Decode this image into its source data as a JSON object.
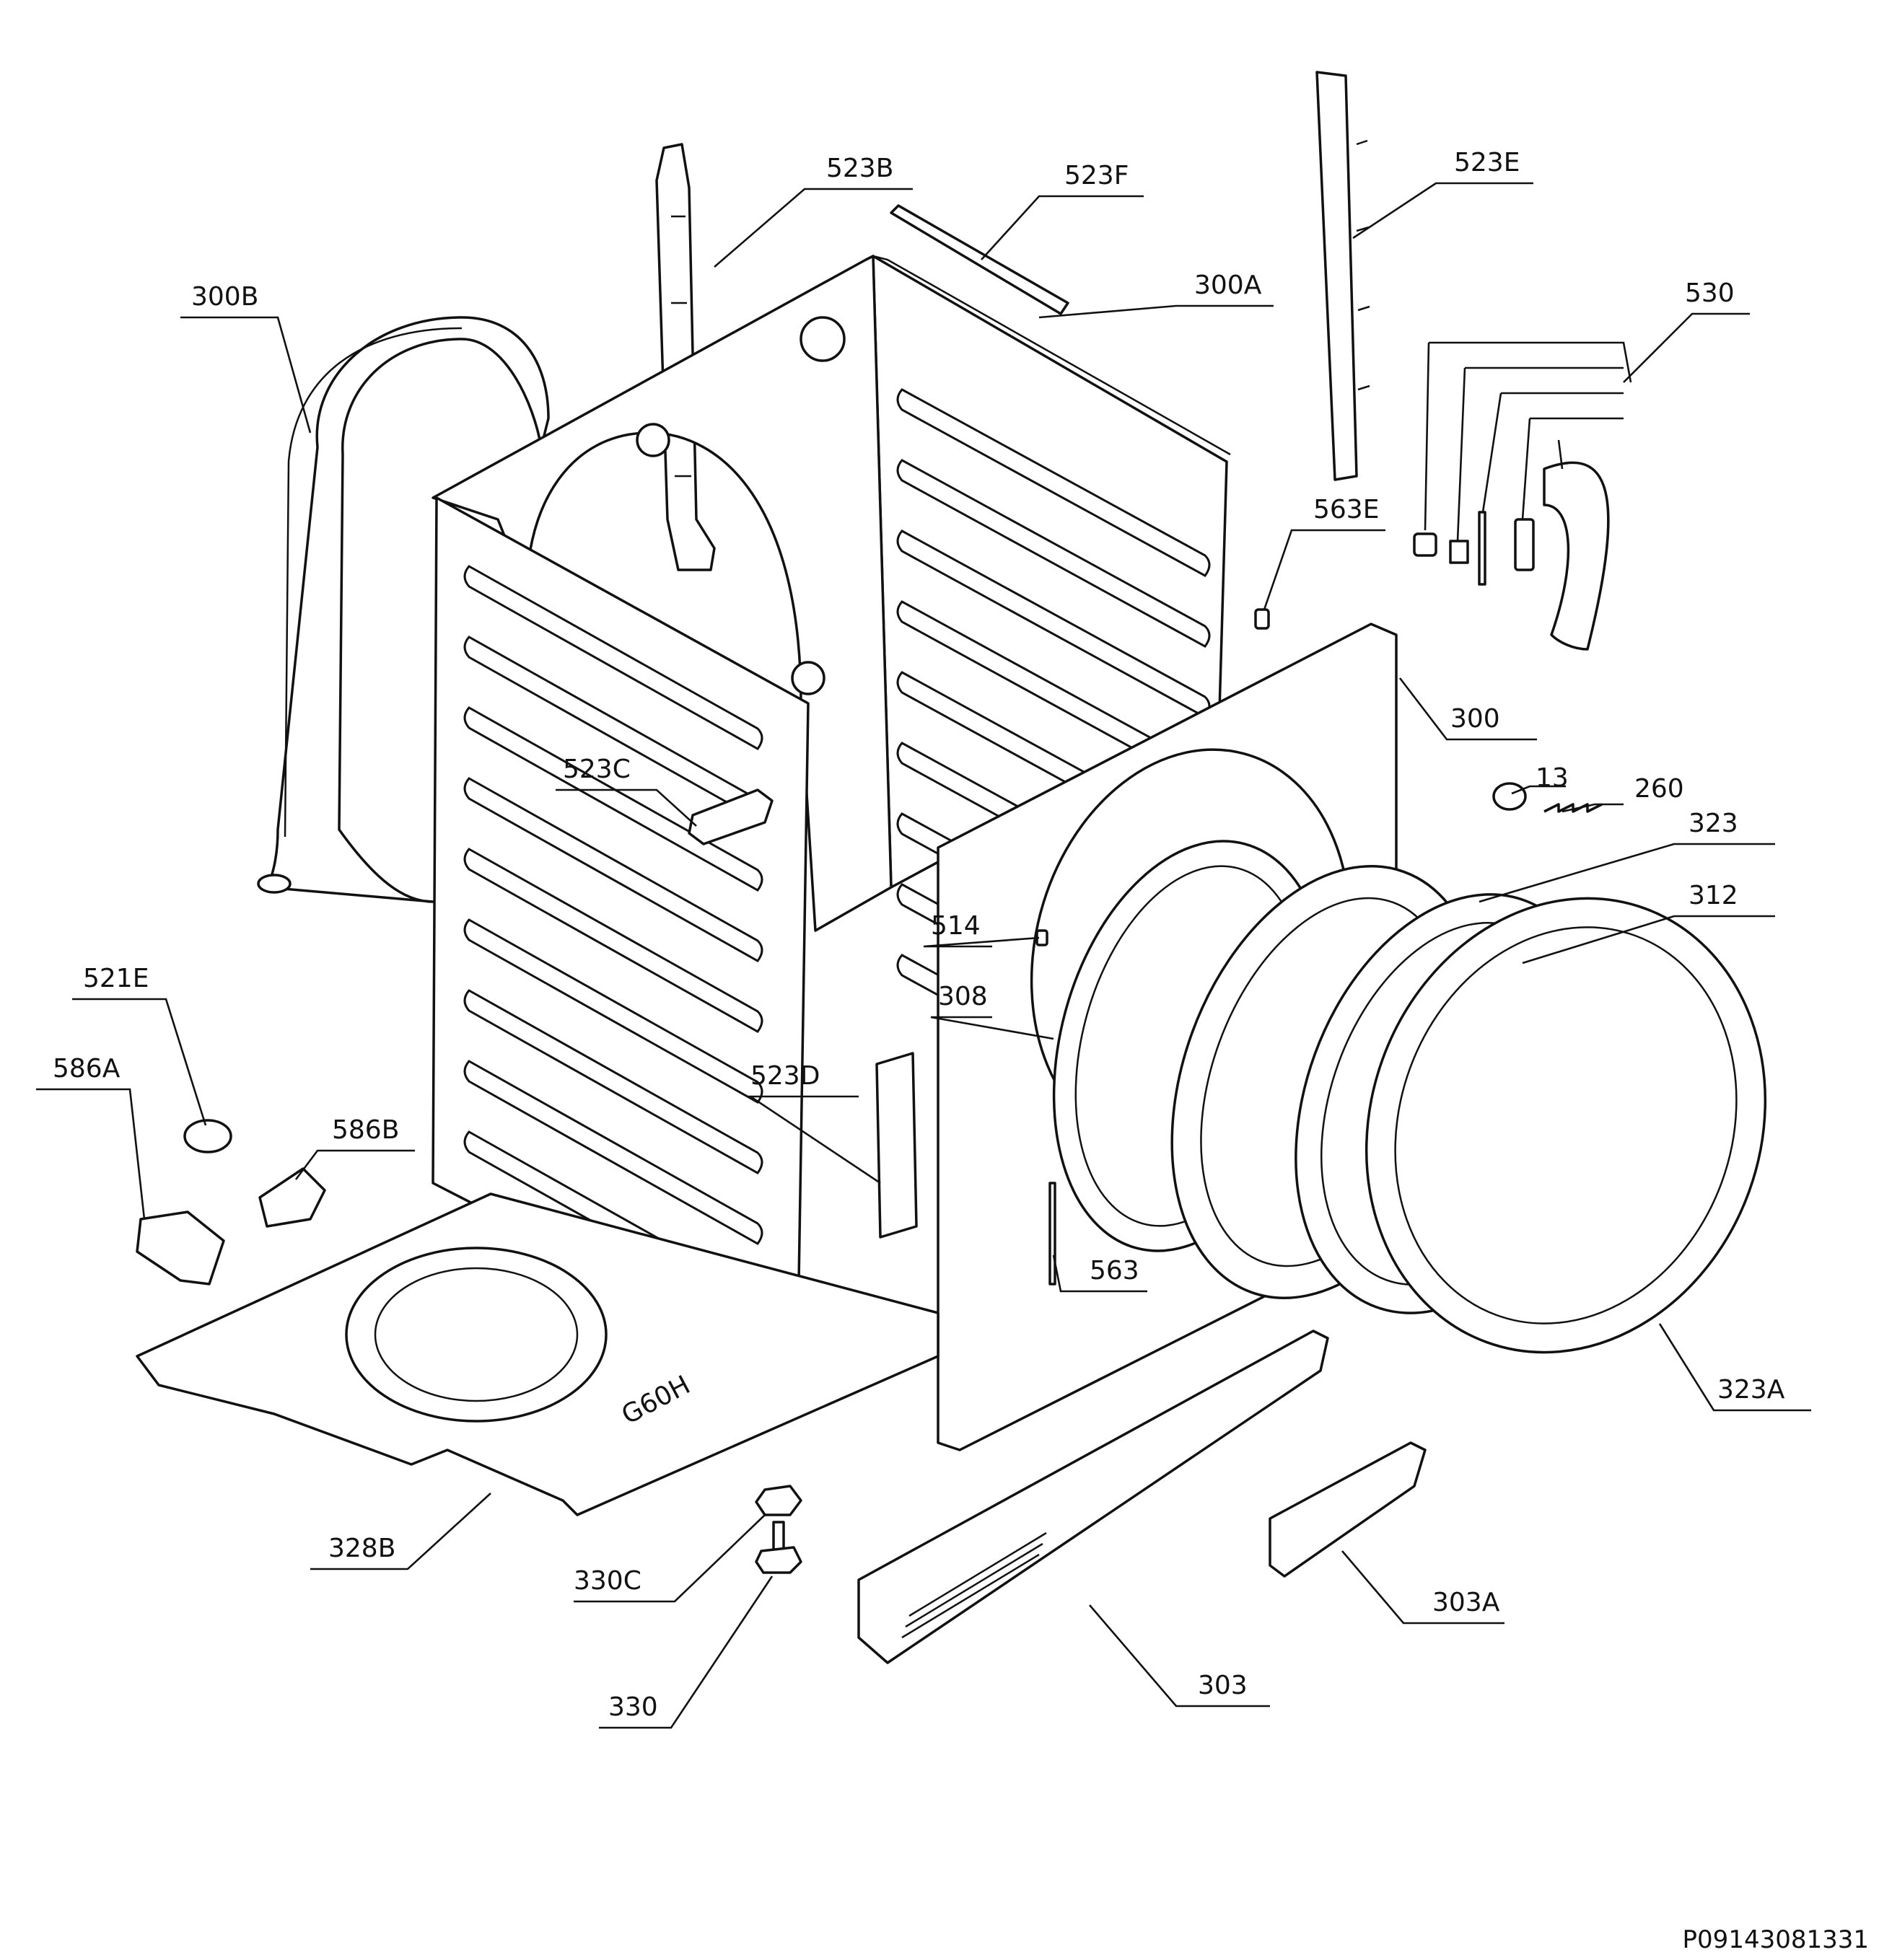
{
  "diagram": {
    "callouts": [
      {
        "id": "523B",
        "label": "523B"
      },
      {
        "id": "523F",
        "label": "523F"
      },
      {
        "id": "523E",
        "label": "523E"
      },
      {
        "id": "300A",
        "label": "300A"
      },
      {
        "id": "300B",
        "label": "300B"
      },
      {
        "id": "530",
        "label": "530"
      },
      {
        "id": "563E",
        "label": "563E"
      },
      {
        "id": "300",
        "label": "300"
      },
      {
        "id": "13",
        "label": "13"
      },
      {
        "id": "260",
        "label": "260"
      },
      {
        "id": "323",
        "label": "323"
      },
      {
        "id": "312",
        "label": "312"
      },
      {
        "id": "523C",
        "label": "523C"
      },
      {
        "id": "514",
        "label": "514"
      },
      {
        "id": "308",
        "label": "308"
      },
      {
        "id": "521E",
        "label": "521E"
      },
      {
        "id": "586A",
        "label": "586A"
      },
      {
        "id": "586B",
        "label": "586B"
      },
      {
        "id": "523D",
        "label": "523D"
      },
      {
        "id": "563",
        "label": "563"
      },
      {
        "id": "323A",
        "label": "323A"
      },
      {
        "id": "328B",
        "label": "328B"
      },
      {
        "id": "330C",
        "label": "330C"
      },
      {
        "id": "330",
        "label": "330"
      },
      {
        "id": "303",
        "label": "303"
      },
      {
        "id": "303A",
        "label": "303A"
      }
    ],
    "base_marking": "G60H",
    "document_code": "P09143081331"
  }
}
